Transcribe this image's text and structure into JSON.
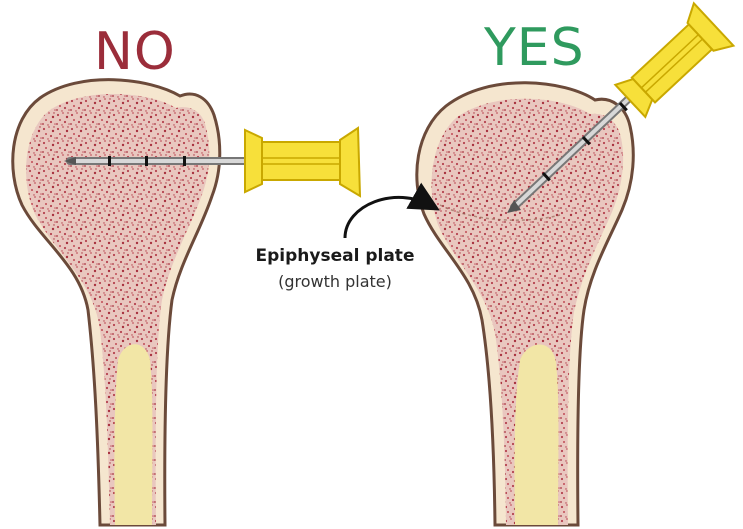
{
  "labels": {
    "no": "NO",
    "yes": "YES",
    "plate_title": "Epiphyseal plate",
    "plate_subtitle": "(growth plate)"
  },
  "colors": {
    "no": "#9b2d3a",
    "yes": "#2f9a5e",
    "bone_outline": "#6b4a3a",
    "bone_fill": "#f5e6cf",
    "marrow": "#b5424f",
    "shaft_inner": "#f2e6a6",
    "needle_hub": "#f7e03a"
  },
  "icons": {
    "arrow": "curved-arrow-icon"
  }
}
